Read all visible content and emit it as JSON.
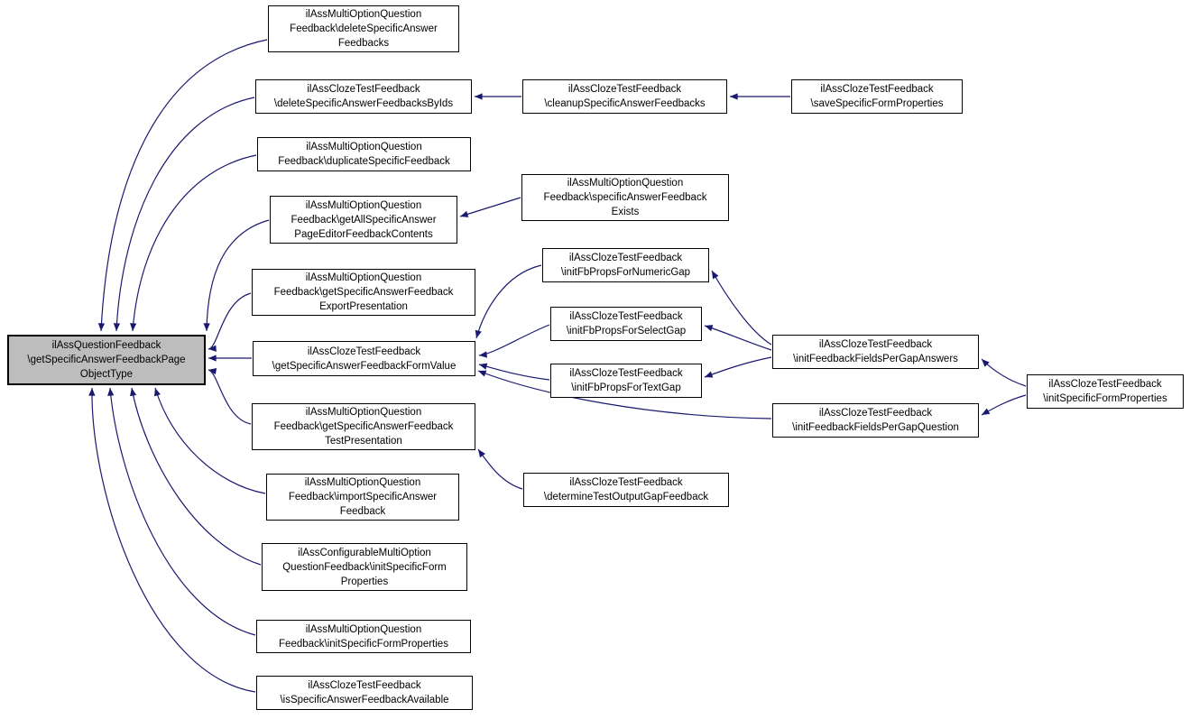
{
  "diagram": {
    "type": "caller-graph",
    "colors": {
      "edge": "#191970",
      "node_border": "#000000",
      "node_fill": "#ffffff",
      "highlight_fill": "#bdbdbd",
      "text": "#000000"
    },
    "nodes": [
      {
        "id": "getSpecificAnswerFeedbackPageObjectType",
        "highlighted": true,
        "label": "ilAssQuestionFeedback\n\\getSpecificAnswerFeedbackPage\nObjectType"
      },
      {
        "id": "deleteSpecificAnswerFeedbacks",
        "highlighted": false,
        "label": "ilAssMultiOptionQuestion\nFeedback\\deleteSpecificAnswer\nFeedbacks"
      },
      {
        "id": "deleteSpecificAnswerFeedbacksByIds",
        "highlighted": false,
        "label": "ilAssClozeTestFeedback\n\\deleteSpecificAnswerFeedbacksByIds"
      },
      {
        "id": "cleanupSpecificAnswerFeedbacks",
        "highlighted": false,
        "label": "ilAssClozeTestFeedback\n\\cleanupSpecificAnswerFeedbacks"
      },
      {
        "id": "saveSpecificFormProperties",
        "highlighted": false,
        "label": "ilAssClozeTestFeedback\n\\saveSpecificFormProperties"
      },
      {
        "id": "duplicateSpecificFeedback",
        "highlighted": false,
        "label": "ilAssMultiOptionQuestion\nFeedback\\duplicateSpecificFeedback"
      },
      {
        "id": "getAllSpecificAnswerPageEditorFeedbackContents",
        "highlighted": false,
        "label": "ilAssMultiOptionQuestion\nFeedback\\getAllSpecificAnswer\nPageEditorFeedbackContents"
      },
      {
        "id": "specificAnswerFeedbackExists",
        "highlighted": false,
        "label": "ilAssMultiOptionQuestion\nFeedback\\specificAnswerFeedback\nExists"
      },
      {
        "id": "getSpecificAnswerFeedbackExportPresentation",
        "highlighted": false,
        "label": "ilAssMultiOptionQuestion\nFeedback\\getSpecificAnswerFeedback\nExportPresentation"
      },
      {
        "id": "initFbPropsForNumericGap",
        "highlighted": false,
        "label": "ilAssClozeTestFeedback\n\\initFbPropsForNumericGap"
      },
      {
        "id": "getSpecificAnswerFeedbackFormValue",
        "highlighted": false,
        "label": "ilAssClozeTestFeedback\n\\getSpecificAnswerFeedbackFormValue"
      },
      {
        "id": "initFbPropsForSelectGap",
        "highlighted": false,
        "label": "ilAssClozeTestFeedback\n\\initFbPropsForSelectGap"
      },
      {
        "id": "initFbPropsForTextGap",
        "highlighted": false,
        "label": "ilAssClozeTestFeedback\n\\initFbPropsForTextGap"
      },
      {
        "id": "initFeedbackFieldsPerGapAnswers",
        "highlighted": false,
        "label": "ilAssClozeTestFeedback\n\\initFeedbackFieldsPerGapAnswers"
      },
      {
        "id": "initFeedbackFieldsPerGapQuestion",
        "highlighted": false,
        "label": "ilAssClozeTestFeedback\n\\initFeedbackFieldsPerGapQuestion"
      },
      {
        "id": "initSpecificFormProperties_clozeTest",
        "highlighted": false,
        "label": "ilAssClozeTestFeedback\n\\initSpecificFormProperties"
      },
      {
        "id": "getSpecificAnswerFeedbackTestPresentation",
        "highlighted": false,
        "label": "ilAssMultiOptionQuestion\nFeedback\\getSpecificAnswerFeedback\nTestPresentation"
      },
      {
        "id": "determineTestOutputGapFeedback",
        "highlighted": false,
        "label": "ilAssClozeTestFeedback\n\\determineTestOutputGapFeedback"
      },
      {
        "id": "importSpecificAnswerFeedback",
        "highlighted": false,
        "label": "ilAssMultiOptionQuestion\nFeedback\\importSpecificAnswer\nFeedback"
      },
      {
        "id": "initSpecificFormProperties_configurable",
        "highlighted": false,
        "label": "ilAssConfigurableMultiOption\nQuestionFeedback\\initSpecificForm\nProperties"
      },
      {
        "id": "initSpecificFormProperties_multiOption",
        "highlighted": false,
        "label": "ilAssMultiOptionQuestion\nFeedback\\initSpecificFormProperties"
      },
      {
        "id": "isSpecificAnswerFeedbackAvailable",
        "highlighted": false,
        "label": "ilAssClozeTestFeedback\n\\isSpecificAnswerFeedbackAvailable"
      }
    ],
    "edges": [
      {
        "from": "deleteSpecificAnswerFeedbacks",
        "to": "getSpecificAnswerFeedbackPageObjectType"
      },
      {
        "from": "deleteSpecificAnswerFeedbacksByIds",
        "to": "getSpecificAnswerFeedbackPageObjectType"
      },
      {
        "from": "duplicateSpecificFeedback",
        "to": "getSpecificAnswerFeedbackPageObjectType"
      },
      {
        "from": "getAllSpecificAnswerPageEditorFeedbackContents",
        "to": "getSpecificAnswerFeedbackPageObjectType"
      },
      {
        "from": "getSpecificAnswerFeedbackExportPresentation",
        "to": "getSpecificAnswerFeedbackPageObjectType"
      },
      {
        "from": "getSpecificAnswerFeedbackFormValue",
        "to": "getSpecificAnswerFeedbackPageObjectType"
      },
      {
        "from": "getSpecificAnswerFeedbackTestPresentation",
        "to": "getSpecificAnswerFeedbackPageObjectType"
      },
      {
        "from": "importSpecificAnswerFeedback",
        "to": "getSpecificAnswerFeedbackPageObjectType"
      },
      {
        "from": "initSpecificFormProperties_configurable",
        "to": "getSpecificAnswerFeedbackPageObjectType"
      },
      {
        "from": "initSpecificFormProperties_multiOption",
        "to": "getSpecificAnswerFeedbackPageObjectType"
      },
      {
        "from": "isSpecificAnswerFeedbackAvailable",
        "to": "getSpecificAnswerFeedbackPageObjectType"
      },
      {
        "from": "cleanupSpecificAnswerFeedbacks",
        "to": "deleteSpecificAnswerFeedbacksByIds"
      },
      {
        "from": "saveSpecificFormProperties",
        "to": "cleanupSpecificAnswerFeedbacks"
      },
      {
        "from": "specificAnswerFeedbackExists",
        "to": "getAllSpecificAnswerPageEditorFeedbackContents"
      },
      {
        "from": "initFbPropsForNumericGap",
        "to": "getSpecificAnswerFeedbackFormValue"
      },
      {
        "from": "initFbPropsForSelectGap",
        "to": "getSpecificAnswerFeedbackFormValue"
      },
      {
        "from": "initFbPropsForTextGap",
        "to": "getSpecificAnswerFeedbackFormValue"
      },
      {
        "from": "initFeedbackFieldsPerGapQuestion",
        "to": "getSpecificAnswerFeedbackFormValue"
      },
      {
        "from": "determineTestOutputGapFeedback",
        "to": "getSpecificAnswerFeedbackTestPresentation"
      },
      {
        "from": "initFeedbackFieldsPerGapAnswers",
        "to": "initFbPropsForNumericGap"
      },
      {
        "from": "initFeedbackFieldsPerGapAnswers",
        "to": "initFbPropsForSelectGap"
      },
      {
        "from": "initFeedbackFieldsPerGapAnswers",
        "to": "initFbPropsForTextGap"
      },
      {
        "from": "initSpecificFormProperties_clozeTest",
        "to": "initFeedbackFieldsPerGapAnswers"
      },
      {
        "from": "initSpecificFormProperties_clozeTest",
        "to": "initFeedbackFieldsPerGapQuestion"
      }
    ]
  }
}
